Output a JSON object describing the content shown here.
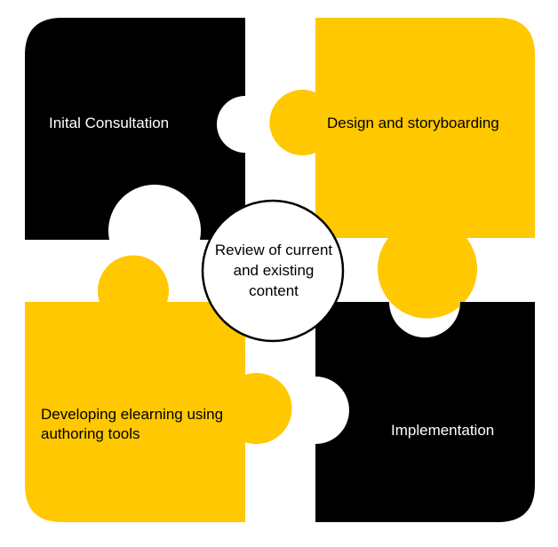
{
  "colors": {
    "dark_piece": "#000000",
    "accent_piece": "#ffc800",
    "circle_fill": "#ffffff",
    "circle_stroke": "#000000"
  },
  "pieces": {
    "top_left": {
      "label": "Inital Consultation",
      "color": "dark"
    },
    "top_right": {
      "label": "Design and storyboarding",
      "color": "accent"
    },
    "bottom_left": {
      "label": "Developing elearning using authoring tools",
      "color": "accent"
    },
    "bottom_right": {
      "label": "Implementation",
      "color": "dark"
    }
  },
  "center": {
    "label": "Review of current and existing content"
  }
}
